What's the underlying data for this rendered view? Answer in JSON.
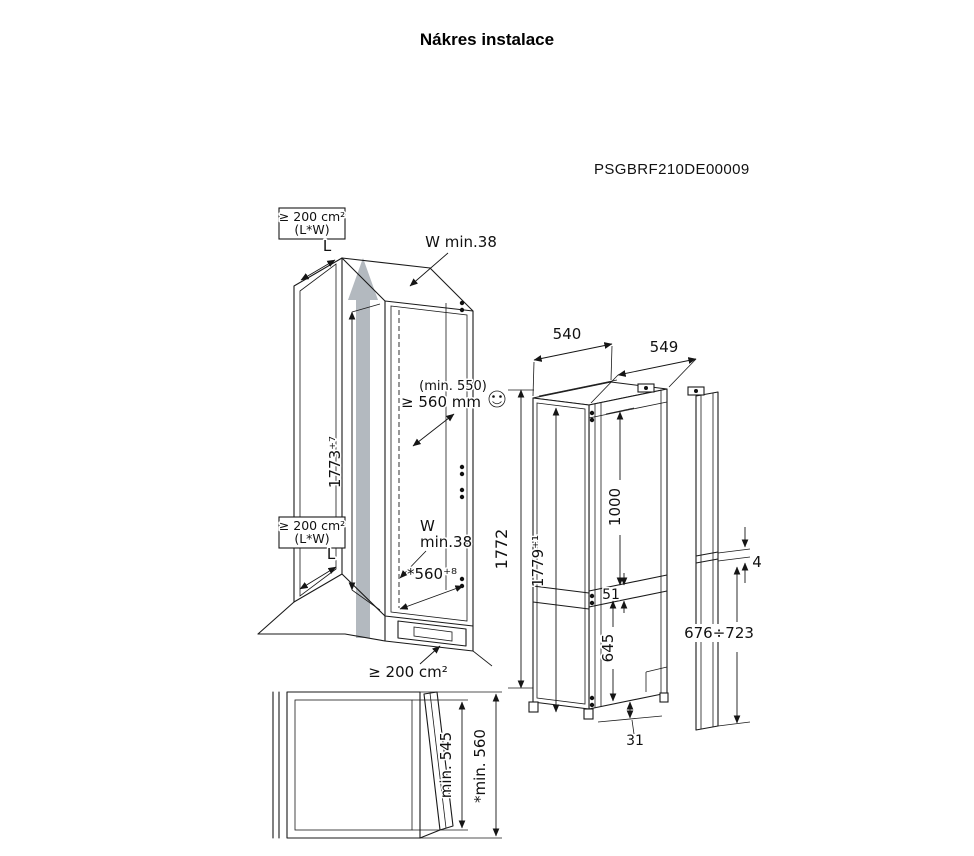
{
  "page": {
    "title": "Nákres instalace",
    "drawing_code": "PSGBRF210DE00009"
  },
  "colors": {
    "airflow_arrow": "#b3b9bf",
    "vent_grille": "#cfd4d8",
    "vent_slot": "#9aa0a6"
  },
  "niche": {
    "vent_top": {
      "line1": "≥ 200 cm²",
      "line2": "(L*W)"
    },
    "vent_bottom_box": {
      "line1": "≥ 200 cm²",
      "line2": "(L*W)"
    },
    "depth_letter_top": "L",
    "depth_letter_bottom": "L",
    "wall_width_top": "W min.38",
    "wall_width_bottom": {
      "line1": "W",
      "line2": "min.38"
    },
    "niche_height": "1773⁺⁷",
    "niche_depth": "*560⁺⁸",
    "base_vent": "≥ 200 cm²",
    "depth_min_note": {
      "line1": "(min. 550)",
      "line2": "≥ 560 mm"
    },
    "inner_height": "1772",
    "top_width": "540"
  },
  "appliance": {
    "top_depth": "549",
    "height": "1779⁺¹",
    "upper_door": "1000",
    "door_gap": "51",
    "lower_door": "645",
    "bottom_clearance": "31"
  },
  "panel": {
    "gap": "4",
    "lower_height": "676÷723"
  },
  "top_view": {
    "inner_depth": "min. 545",
    "outer_depth": "*min. 560"
  }
}
